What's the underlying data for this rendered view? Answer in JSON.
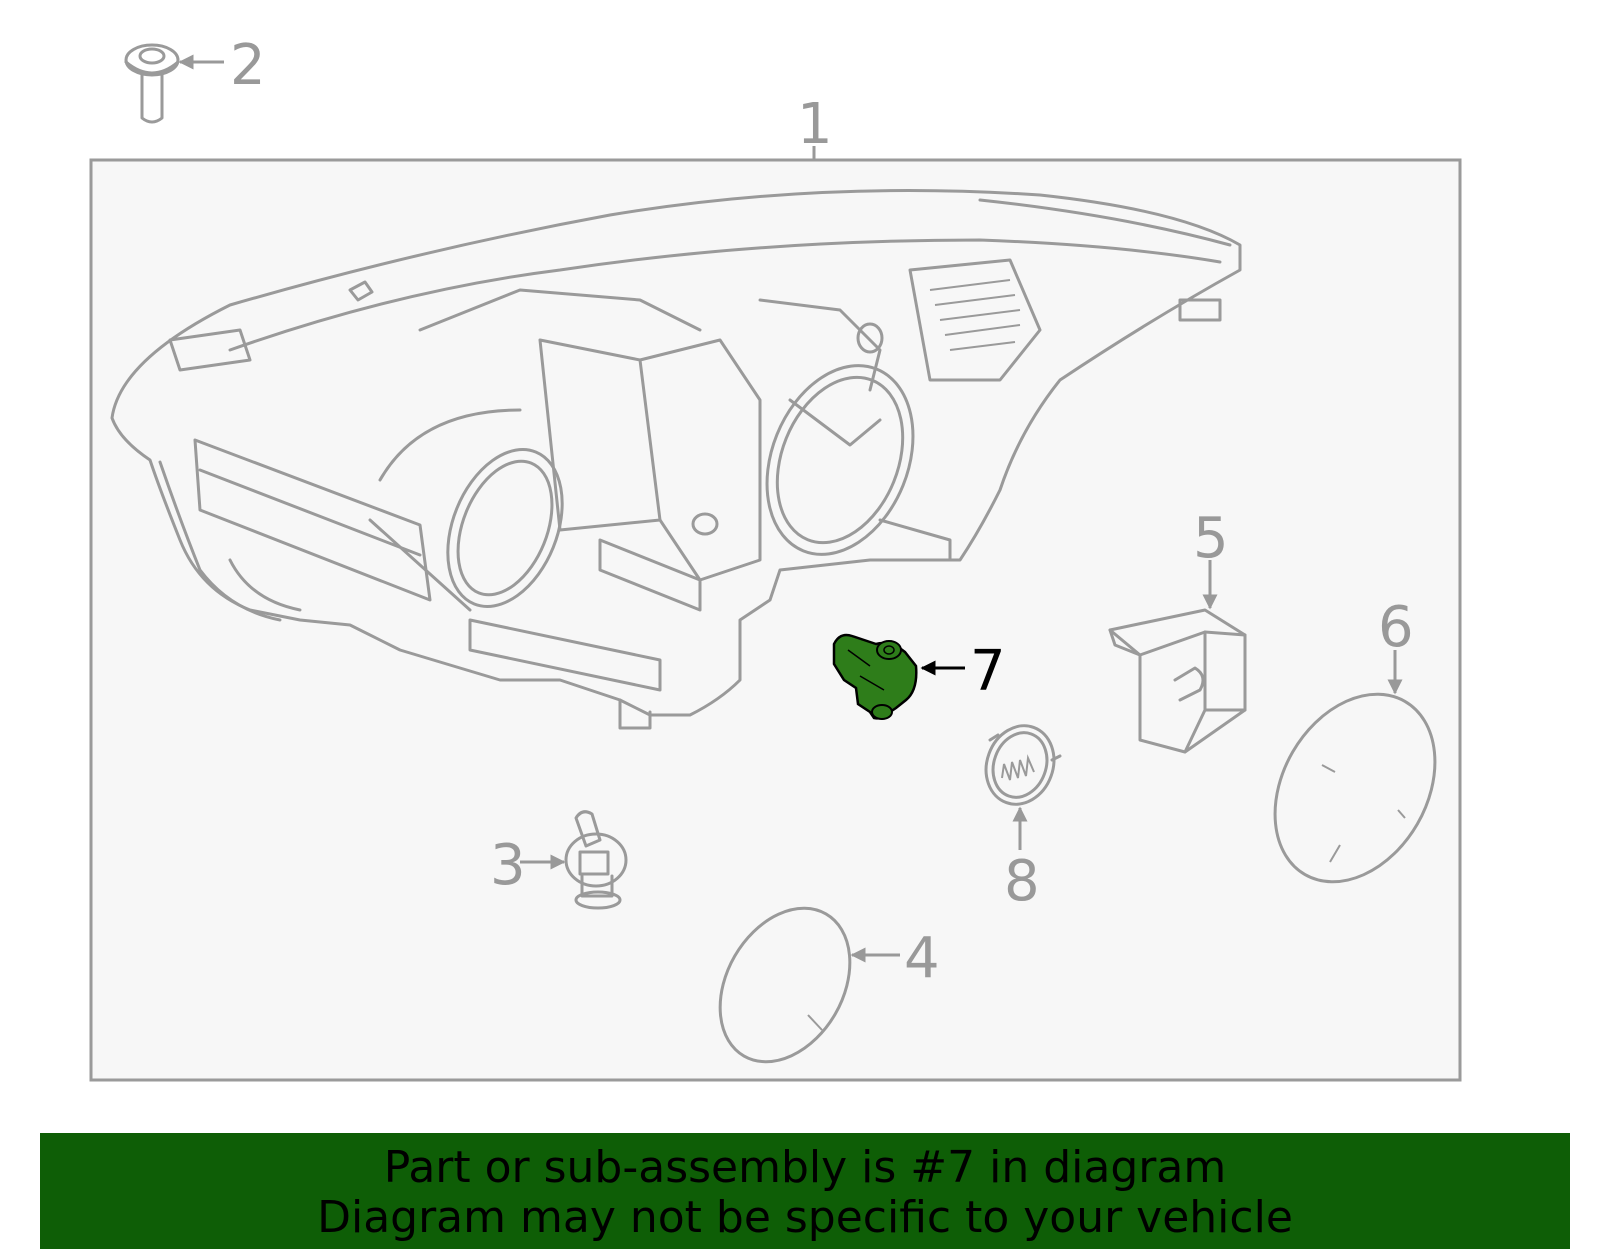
{
  "callouts": {
    "c1": "1",
    "c2": "2",
    "c3": "3",
    "c4": "4",
    "c5": "5",
    "c6": "6",
    "c7": "7",
    "c8": "8"
  },
  "highlight": {
    "part_number": "7",
    "color": "#2e7d1a"
  },
  "colors": {
    "line": "#9a9a9a",
    "frame_fill": "#f7f7f7",
    "banner_bg": "#0e5e06",
    "banner_text": "#000000"
  },
  "banner": {
    "line1": "Part or sub-assembly is #7 in diagram",
    "line2": "Diagram may not be specific to your vehicle"
  }
}
